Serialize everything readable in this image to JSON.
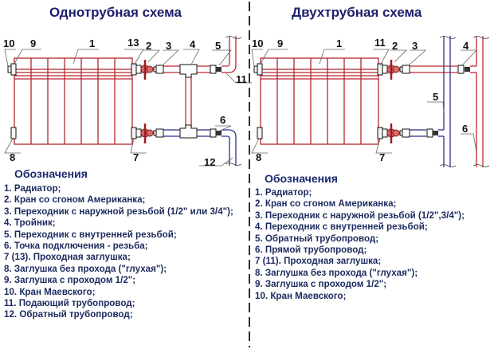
{
  "left_scheme": {
    "title": "Однотрубная схема",
    "callouts": {
      "radiator": "1",
      "valve": "2",
      "adapter_outer": "3",
      "tee": "4",
      "adapter_inner": "5",
      "connection_point": "6",
      "plug_pass_bottom": "7",
      "plug_blind": "8",
      "plug_half_inch": "9",
      "mayevsky_valve": "10",
      "supply_pipe": "11",
      "return_pipe": "12",
      "plug_pass_top": "13"
    },
    "legend_title": "Обозначения",
    "legend": [
      "1. Радиатор;",
      "2. Кран со сгоном Американка;",
      "3. Переходник с наружной резьбой (1/2\" или 3/4\");",
      "4. Тройник;",
      "5. Переходник с внутренней резьбой;",
      "6. Точка подключения - резьба;",
      "7 (13). Проходная заглушка;",
      "8. Заглушка без прохода (\"глухая\");",
      "9. Заглушка с проходом 1/2\";",
      "10. Кран Маевского;",
      "11. Подающий трубопровод;",
      "12. Обратный трубопровод;"
    ]
  },
  "right_scheme": {
    "title": "Двухтрубная схема",
    "callouts": {
      "radiator": "1",
      "valve": "2",
      "adapter_outer": "3",
      "adapter_inner": "4",
      "return_pipe": "5",
      "supply_pipe": "6",
      "plug_pass_bottom": "7",
      "plug_blind": "8",
      "plug_half_inch": "9",
      "mayevsky_valve": "10",
      "plug_pass_top": "11"
    },
    "legend_title": "Обозначения",
    "legend": [
      "1. Радиатор;",
      "2. Кран со сгоном Американка;",
      "3. Переходник с наружной резьбой (1/2\",3/4\");",
      "4. Переходник с внутренней резьбой;",
      "5. Обратный трубопровод;",
      "6. Прямой трубопровод;",
      "7 (11). Проходная заглушка;",
      "8. Заглушка без прохода (\"глухая\");",
      "9. Заглушка с проходом 1/2\";",
      "10. Кран Маевского;"
    ]
  },
  "colors": {
    "supply": "#c0272d",
    "return": "#2b2f8f",
    "radiator": "#b3262c",
    "title": "#1c1f6b",
    "text": "#1c2a5e"
  }
}
